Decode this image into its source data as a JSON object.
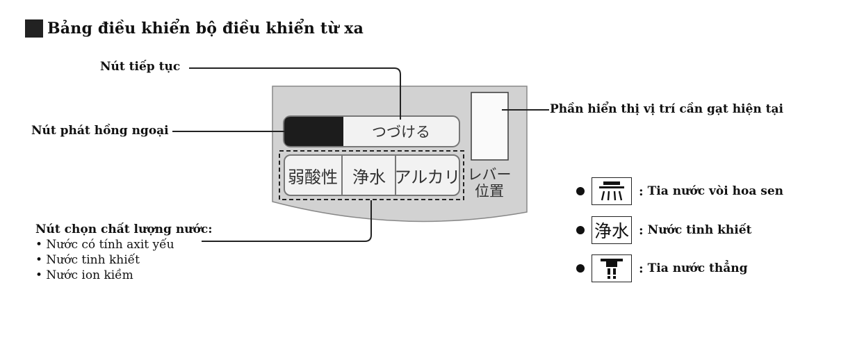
{
  "title": "Bảng điều khiển bộ điều khiển từ xa",
  "callouts": {
    "continue_button": "Nút tiếp tục",
    "ir_button": "Nút phát hồng ngoại",
    "lever_display": "Phần hiển thị vị trí cần gạt hiện tại",
    "quality_heading": "Nút chọn chất lượng nước:",
    "quality_items": [
      "• Nước có tính axit yếu",
      "• Nước tinh khiết",
      "• Nước ion kiềm"
    ]
  },
  "panel": {
    "continue_label": "つづける",
    "quality_buttons": [
      "弱酸性",
      "浄水",
      "アルカリ"
    ],
    "lever_label_line1": "レバー",
    "lever_label_line2": "位置"
  },
  "legend": [
    {
      "icon": "shower-icon",
      "separator": ":",
      "label": "Tia nước vòi hoa sen"
    },
    {
      "icon": "purified-water-icon",
      "icon_text": "浄水",
      "separator": ":",
      "label": "Nước tinh khiết"
    },
    {
      "icon": "straight-stream-icon",
      "separator": ":",
      "label": "Tia nước thẳng"
    }
  ],
  "colors": {
    "panel_bg": "#d2d2d2",
    "dark_key": "#1c1c1c",
    "button_bg": "#f2f2f2",
    "outline": "#777777"
  }
}
